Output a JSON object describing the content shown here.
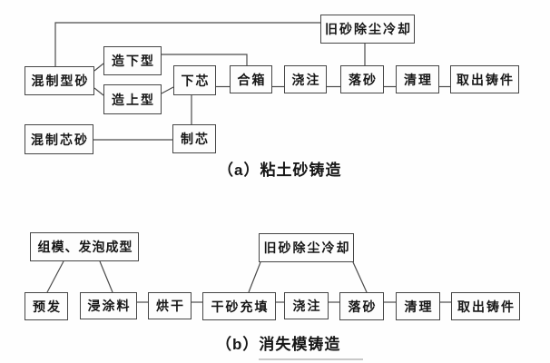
{
  "diagram_a": {
    "caption": "（a）粘土砂铸造",
    "nodes": {
      "mix_molding_sand": "混制型砂",
      "make_lower_mold": "造下型",
      "make_upper_mold": "造上型",
      "set_core": "下芯",
      "close_flask": "合箱",
      "pouring": "浇注",
      "shakeout": "落砂",
      "cleaning": "清理",
      "remove_casting": "取出铸件",
      "old_sand_dedust_cool": "旧砂除尘冷却",
      "mix_core_sand": "混制芯砂",
      "make_core": "制芯"
    }
  },
  "diagram_b": {
    "caption": "（b）消失模铸造",
    "nodes": {
      "assemble_foam_molding": "组模、发泡成型",
      "pre_expand": "预发",
      "dip_coating": "浸涂料",
      "drying": "烘干",
      "dry_sand_filling": "干砂充填",
      "pouring": "浇注",
      "shakeout": "落砂",
      "cleaning": "清理",
      "remove_casting": "取出铸件",
      "old_sand_dedust_cool": "旧砂除尘冷却"
    }
  },
  "colors": {
    "line": "#4a4a4a",
    "border": "#454545",
    "text": "#161616",
    "background": "#fefefe"
  }
}
